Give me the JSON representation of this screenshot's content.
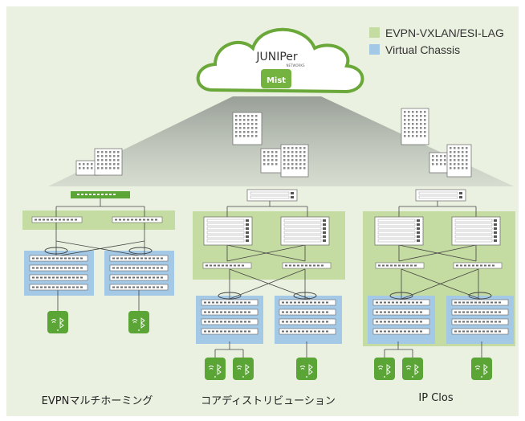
{
  "legend": {
    "items": [
      {
        "label": "EVPN-VXLAN/ESI-LAG",
        "color": "#c4dba1"
      },
      {
        "label": "Virtual  Chassis",
        "color": "#a3c9e6"
      }
    ]
  },
  "cloud": {
    "brand": "JUNIPer",
    "sub_brand": "NETWORKS",
    "badge": "Mist"
  },
  "topologies": [
    {
      "label": "EVPNマルチホーミング"
    },
    {
      "label": "コアディストリビューション"
    },
    {
      "label": "IP Clos"
    }
  ],
  "colors": {
    "background": "#eaf1e0",
    "green_zone": "#c4dba1",
    "blue_zone": "#a3c9e6",
    "ap_green": "#5aa535",
    "mist_green": "#74b340",
    "funnel": "#a0a7a0"
  }
}
